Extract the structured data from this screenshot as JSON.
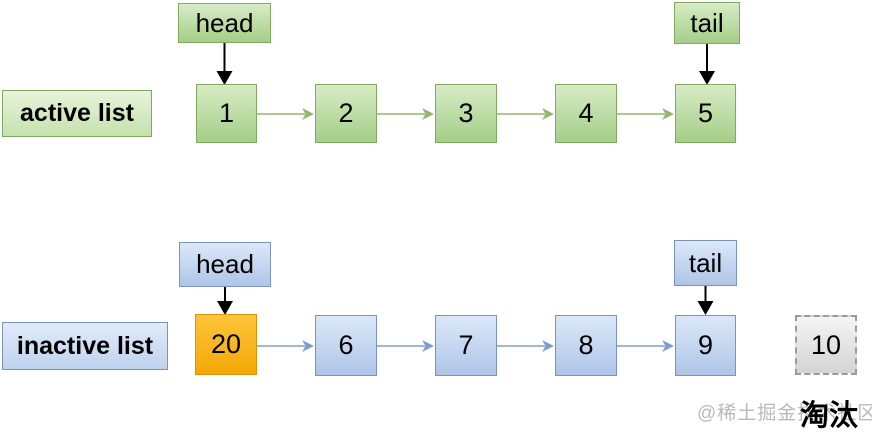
{
  "colors": {
    "bg": "#ffffff",
    "text": "#000000",
    "green-top": "#d7ecc6",
    "green-bottom": "#a4ce88",
    "green-border": "#82a95f",
    "green-label-top": "#e7f3da",
    "green-label-bottom": "#c5e1ae",
    "blue-top": "#dce8f8",
    "blue-bottom": "#aec5e8",
    "blue-border": "#7b94bd",
    "blue-label-top": "#e2ecf9",
    "blue-label-bottom": "#bed2ee",
    "orange-top": "#fcc53a",
    "orange-bottom": "#f5a707",
    "orange-border": "#d9940b",
    "gray-top": "#f4f4f4",
    "gray-bottom": "#d4d4d4",
    "gray-border": "#9b9b9b",
    "arrow-green": "#94b56e",
    "arrow-blue": "#7f9ecb",
    "arrow-black": "#000000",
    "watermark": "#b9b9b9"
  },
  "lists": [
    {
      "id": "active",
      "label": "active list",
      "head_label": "head",
      "tail_label": "tail",
      "nodes": [
        "1",
        "2",
        "3",
        "4",
        "5"
      ]
    },
    {
      "id": "inactive",
      "label": "inactive list",
      "head_label": "head",
      "tail_label": "tail",
      "nodes": [
        "20",
        "6",
        "7",
        "8",
        "9"
      ],
      "evicted_node": "10"
    }
  ],
  "watermark": {
    "text": "@稀土掘金技术社区"
  },
  "annotation": {
    "evicted_label": "淘汰"
  }
}
